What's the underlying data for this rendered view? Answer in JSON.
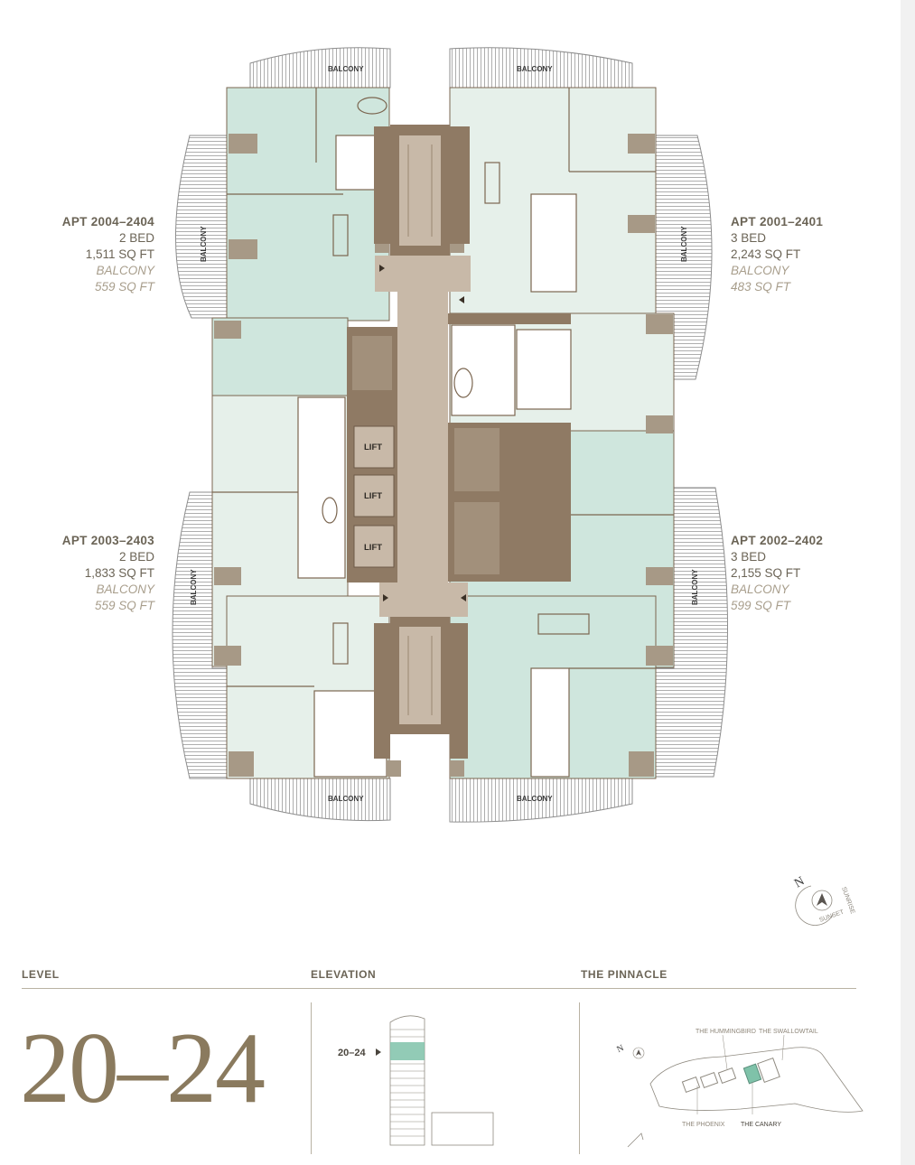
{
  "colors": {
    "mint": "#cfe6dd",
    "pale": "#e6f0ea",
    "core": "#c8b9a8",
    "wall": "#7b6650",
    "shaft": "#8f7a64",
    "balcony_line": "#8d8d8d",
    "heading": "#6b6456",
    "accent": "#8a7a5e",
    "highlight": "#7fc2a9"
  },
  "floorplan": {
    "balcony_labels": [
      "BALCONY",
      "BALCONY",
      "BALCONY",
      "BALCONY",
      "BALCONY",
      "BALCONY",
      "BALCONY",
      "BALCONY"
    ],
    "lift_labels": [
      "LIFT",
      "LIFT",
      "LIFT"
    ]
  },
  "apartments": [
    {
      "name": "APT 2004–2404",
      "beds": "2 BED",
      "area": "1,511 SQ FT",
      "balcony": "BALCONY",
      "balcony_area": "559 SQ FT"
    },
    {
      "name": "APT 2001–2401",
      "beds": "3 BED",
      "area": "2,243 SQ FT",
      "balcony": "BALCONY",
      "balcony_area": "483 SQ FT"
    },
    {
      "name": "APT 2003–2403",
      "beds": "2 BED",
      "area": "1,833 SQ FT",
      "balcony": "BALCONY",
      "balcony_area": "559 SQ FT"
    },
    {
      "name": "APT 2002–2402",
      "beds": "3 BED",
      "area": "2,155 SQ FT",
      "balcony": "BALCONY",
      "balcony_area": "599 SQ FT"
    }
  ],
  "compass": {
    "north": "N",
    "sunrise": "SUNRISE",
    "sunset": "SUNSET"
  },
  "footer": {
    "level_heading": "LEVEL",
    "elevation_heading": "ELEVATION",
    "pinnacle_heading": "THE PINNACLE",
    "level_value": "20–24",
    "elevation_marker": "20–24",
    "buildings": {
      "hummingbird": "THE HUMMINGBIRD",
      "swallowtail": "THE SWALLOWTAIL",
      "phoenix": "THE PHOENIX",
      "canary": "THE CANARY"
    },
    "map_north": "N"
  }
}
